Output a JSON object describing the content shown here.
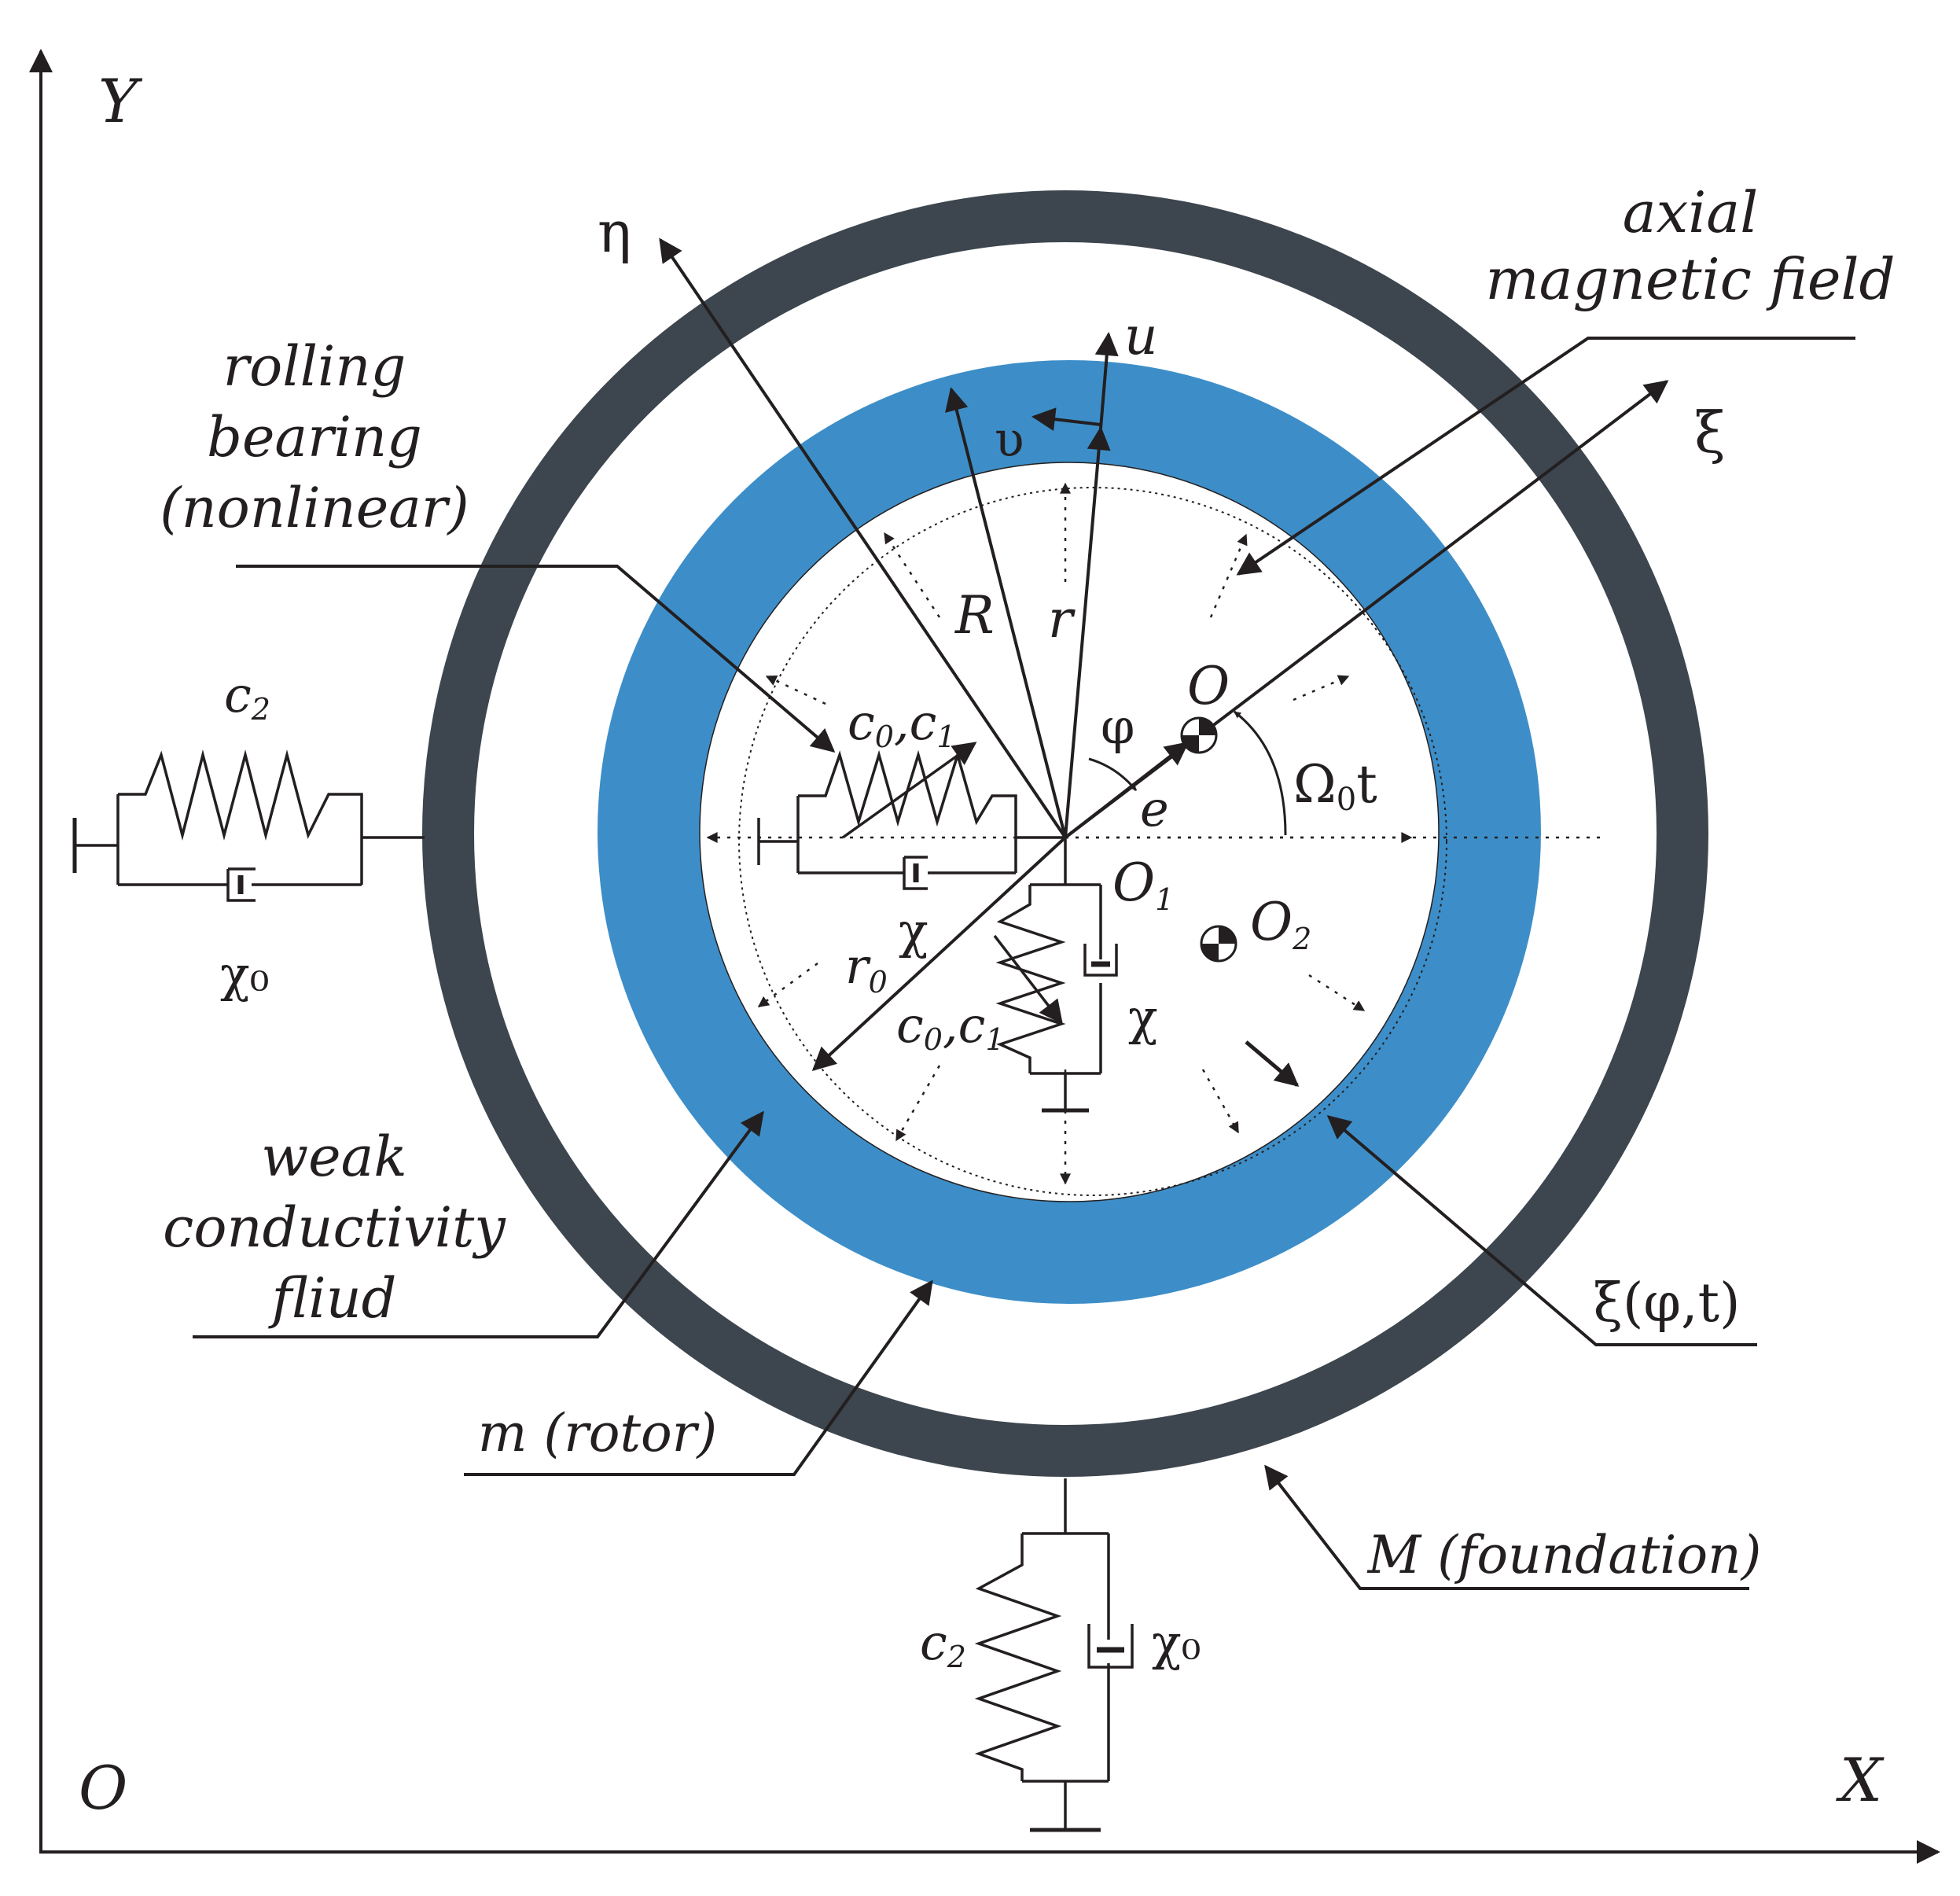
{
  "colors": {
    "foundation": "#3d464e",
    "fluid": "#3d8ec8",
    "ink": "#231f20",
    "background": "#ffffff"
  },
  "axes": {
    "global_x": "X",
    "global_y": "Y",
    "global_origin": "O",
    "local_xi": "ξ",
    "local_eta": "η",
    "u": "u",
    "upsilon": "υ"
  },
  "geometry_labels": {
    "R": "R",
    "r": "r",
    "r0_main": "r",
    "r0_sub": "0",
    "phi": "φ",
    "e": "e",
    "omega_main": "Ω",
    "omega_sub": "0",
    "omega_t": "t",
    "O": "O",
    "O1_main": "O",
    "O1_sub": "1",
    "O2_main": "O",
    "O2_sub": "2"
  },
  "spring_labels": {
    "c0": "c",
    "c0_sub": "0",
    "c1": "c",
    "c1_sub": "1",
    "comma": ",",
    "c2": "c",
    "c2_sub": "2",
    "chi": "χ",
    "chi0": "χ₀"
  },
  "callouts": {
    "axial_line1": "axial",
    "axial_line2": "magnetic field",
    "rolling_line1": "rolling",
    "rolling_line2": "bearing",
    "rolling_line3": "(nonlinear)",
    "fluid_line1": "weak",
    "fluid_line2": "conductivity",
    "fluid_line3": "fliud",
    "rotor_m": "m",
    "rotor_text": "(rotor)",
    "foundation_M": "M",
    "foundation_text": "(foundation)",
    "xi_func": "ξ(φ,t)"
  }
}
